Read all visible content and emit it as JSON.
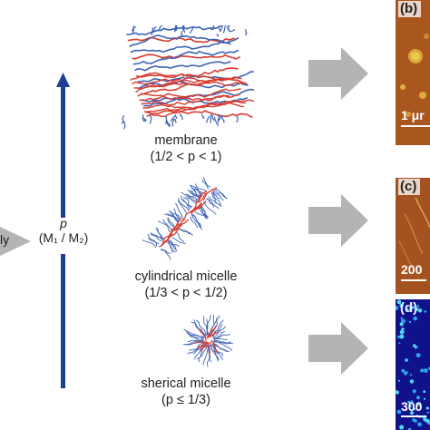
{
  "axis": {
    "left_cut_text": "ly",
    "p_symbol": "p",
    "p_ratio": "(M₁ / M₂)"
  },
  "structures": [
    {
      "name": "membrane",
      "condition": "(1/2 < p < 1)"
    },
    {
      "name": "cylindrical micelle",
      "condition": "(1/3 < p < 1/2)"
    },
    {
      "name": "sherical micelle",
      "condition": "(p ≤ 1/3)"
    }
  ],
  "panels": [
    {
      "letter": "(b)",
      "scale": "1 μr"
    },
    {
      "letter": "(c)",
      "scale": "200"
    },
    {
      "letter": "(d)",
      "scale": "300"
    }
  ],
  "colors": {
    "axis_blue": "#1c3f94",
    "arrow_gray": "#b4b4b4",
    "chain_blue": "#3e63b5",
    "core_red": "#d83a2e",
    "afm_brown": "#a9561f",
    "afm_navy": "#10128c"
  }
}
